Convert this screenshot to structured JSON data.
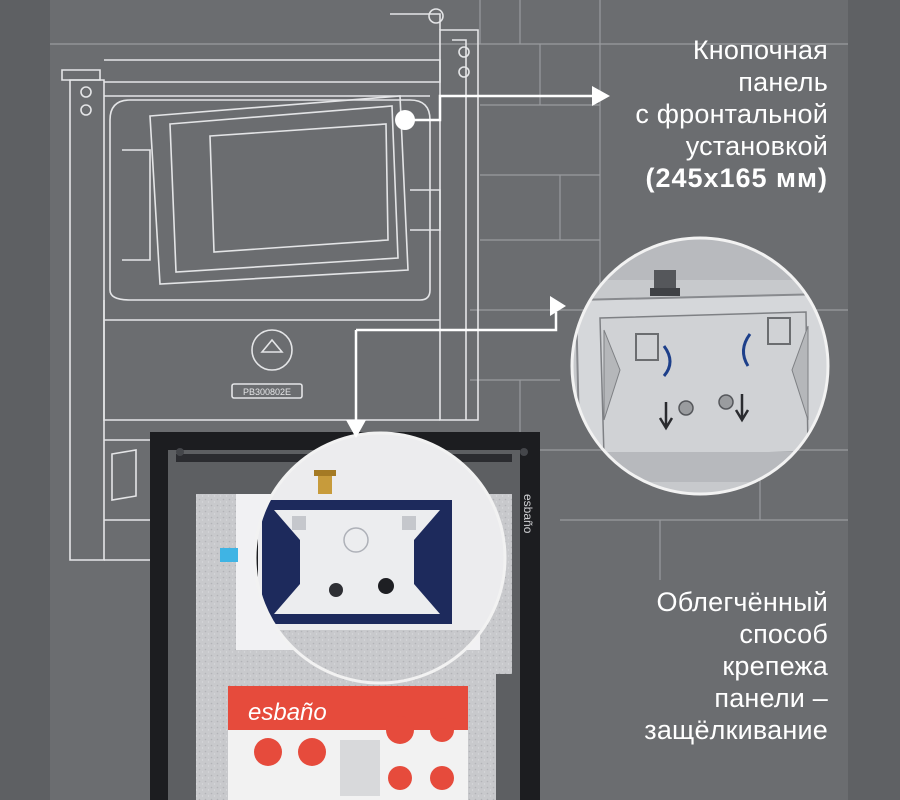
{
  "captions": {
    "top": {
      "lines": [
        "Кнопочная",
        "панель",
        "с фронтальной",
        "установкой"
      ],
      "bold_line": "(245x165 мм)"
    },
    "bottom": {
      "lines": [
        "Облегчённый",
        "способ",
        "крепежа",
        "панели –",
        "защёлкивание"
      ]
    }
  },
  "product": {
    "brand": "esbaño",
    "frame_label": "esbaño",
    "model_label": "PB300802E"
  },
  "colors": {
    "background": "#6b6d70",
    "frame": "#1c1d20",
    "panel": "#1d2a5c",
    "card": "#e64b3c",
    "insulation": "#c9cacc"
  }
}
